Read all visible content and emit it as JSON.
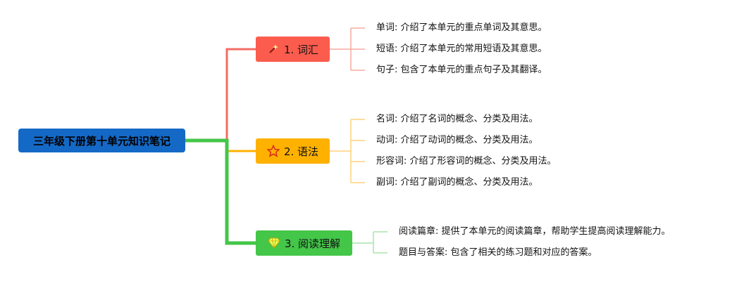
{
  "root": {
    "label": "三年级下册第十单元知识笔记"
  },
  "branches": [
    {
      "label": "1. 词汇",
      "icon": "magic-wand-icon",
      "color": "#fb5c4d",
      "line_color": "#f36c63",
      "leaves": [
        "单词: 介绍了本单元的重点单词及其意思。",
        "短语: 介绍了本单元的常用短语及其意思。",
        "句子: 包含了本单元的重点句子及其翻译。"
      ]
    },
    {
      "label": "2. 语法",
      "icon": "star-icon",
      "color": "#ffb100",
      "line_color": "#ffb100",
      "leaves": [
        "名词: 介绍了名词的概念、分类及用法。",
        "动词: 介绍了动词的概念、分类及用法。",
        "形容词: 介绍了形容词的概念、分类及用法。",
        "副词: 介绍了副词的概念、分类及用法。"
      ]
    },
    {
      "label": "3. 阅读理解",
      "icon": "gem-icon",
      "color": "#44c649",
      "line_color": "#44c649",
      "leaves": [
        "阅读篇章: 提供了本单元的阅读篇章，帮助学生提高阅读理解能力。",
        "题目与答案: 包含了相关的练习题和对应的答案。"
      ]
    }
  ]
}
